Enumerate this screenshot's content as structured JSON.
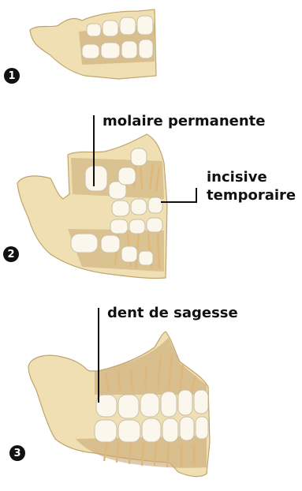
{
  "stages": [
    {
      "number": "1"
    },
    {
      "number": "2"
    },
    {
      "number": "3"
    }
  ],
  "labels": {
    "molaire_permanente": "molaire permanente",
    "incisive_line1": "incisive",
    "incisive_line2": "temporaire",
    "dent_de_sagesse": "dent de sagesse"
  },
  "colors": {
    "bone": "#efdfb3",
    "bone_shadow": "#d9c28c",
    "bone_outline": "#bfa56c",
    "tooth": "#fbf7ec",
    "tooth_outline": "#c9bfa6",
    "marrow": "#c9a974",
    "root": "#e0b77a"
  }
}
